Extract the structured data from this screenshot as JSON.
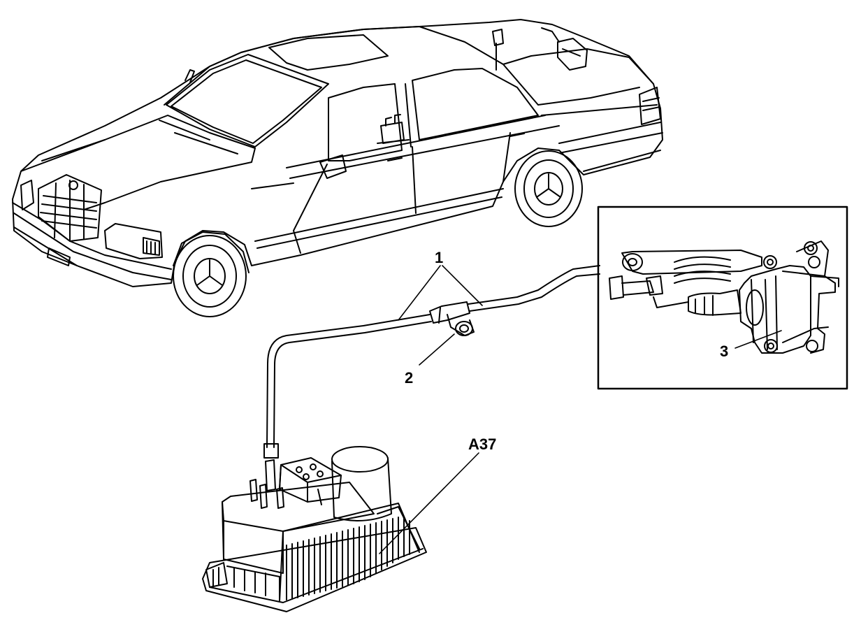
{
  "callouts": {
    "c1": "1",
    "c2": "2",
    "c3": "3",
    "a37": "A37"
  },
  "colors": {
    "ink": "#000000",
    "paper": "#ffffff"
  }
}
